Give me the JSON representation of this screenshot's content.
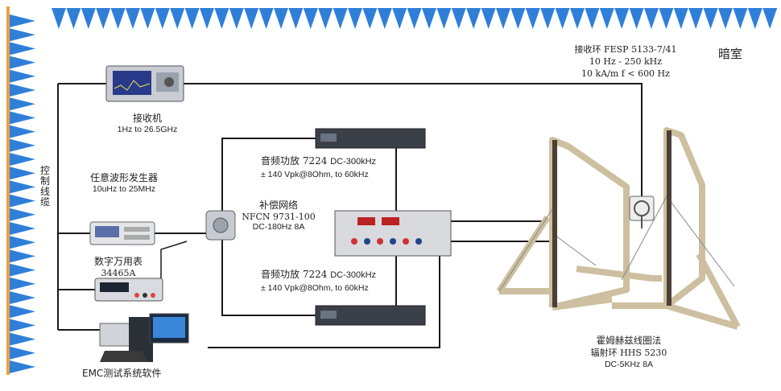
{
  "room_label": "暗室",
  "cable_label": "控制线缆",
  "receiver": {
    "name": "接收机",
    "range": "1Hz to 26.5GHz"
  },
  "generator": {
    "name": "任意波形发生器",
    "range": "10uHz to 25MHz"
  },
  "multimeter": {
    "name": "数字万用表",
    "model": "34465A"
  },
  "software": {
    "name": "EMC测试系统软件"
  },
  "compensation": {
    "name": "补偿网络",
    "model": "NFCN 9731-100",
    "spec": "DC-180Hz 8A"
  },
  "amp_top": {
    "name": "音频功放 7224",
    "band": "DC-300kHz",
    "spec": "± 140 Vpk@8Ohm, to 60kHz"
  },
  "amp_bottom": {
    "name": "音频功放 7224",
    "band": "DC-300kHz",
    "spec": "± 140 Vpk@8Ohm, to 60kHz"
  },
  "loop": {
    "line1": "接收环 FESP 5133-7/41",
    "line2": "10 Hz - 250 kHz",
    "line3": "10 kA/m f < 600 Hz"
  },
  "helmholtz": {
    "line1": "霍姆赫兹线圈法",
    "line2": "辐射环 HHS 5230",
    "line3": "DC-5KHz 8A"
  },
  "colors": {
    "absorber": "#2f7fd8",
    "wire": "#1a1a1a",
    "frame": "#cdbf9f"
  }
}
